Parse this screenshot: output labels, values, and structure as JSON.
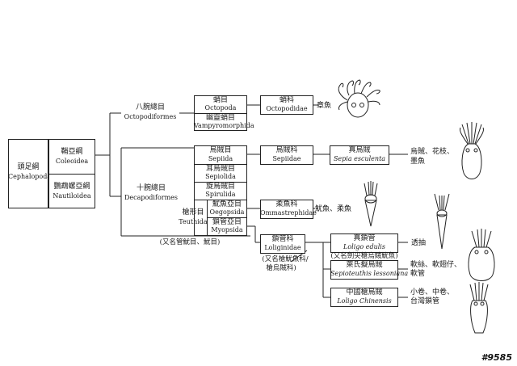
{
  "root": {
    "zh": "頭足綱",
    "en": "Cephalopoda"
  },
  "subclasses": [
    {
      "zh": "鞘亞綱",
      "en": "Coleoidea"
    },
    {
      "zh": "鸚鵡螺亞綱",
      "en": "Nautiloidea"
    }
  ],
  "superorders": [
    {
      "zh": "八腕總目",
      "en": "Octopodiformes"
    },
    {
      "zh": "十腕總目",
      "en": "Decapodiformes"
    }
  ],
  "orders": {
    "octopoda": {
      "zh": "蛸目",
      "en": "Octopoda"
    },
    "vampyromorphida": {
      "zh": "幽靈蛸目",
      "en": "Vampyromorphida"
    },
    "sepiida": {
      "zh": "烏賊目",
      "en": "Sepiida"
    },
    "sepiolida": {
      "zh": "耳烏賊目",
      "en": "Sepiolida"
    },
    "spirulida": {
      "zh": "旋烏賊目",
      "en": "Spirulida"
    },
    "teuthida": {
      "zh": "槍形目",
      "en": "Teuthida"
    },
    "oegopsida": {
      "zh": "魷魚亞目",
      "en": "Oegopsida"
    },
    "myopsida": {
      "zh": "鎖管亞目",
      "en": "Myopsida"
    },
    "teuthida_note": "(又名管魷目、魷目)"
  },
  "families": {
    "octopodidae": {
      "zh": "蛸科",
      "en": "Octopodidae"
    },
    "sepiidae": {
      "zh": "烏賊科",
      "en": "Sepiidae"
    },
    "ommastrephidae": {
      "zh": "柔魚科",
      "en": "Ommastrephidae"
    },
    "loliginidae": {
      "zh": "鎖管科",
      "en": "Loliginidae"
    },
    "loliginidae_note1": "(又名槍魷魚科/",
    "loliginidae_note2": "槍烏賊科)"
  },
  "species": {
    "sepia": {
      "zh": "真烏賊",
      "en": "Sepia esculenta"
    },
    "loligo_edulis": {
      "zh": "真鎖管",
      "en": "Loligo edulis",
      "note": "(又名劍尖槍烏賊魷魚)"
    },
    "sepioteuthis": {
      "zh": "萊氏擬烏賊",
      "en": "Sepioteuthis lessoniana"
    },
    "loligo_chinensis": {
      "zh": "中國槍烏賊",
      "en": "Loligo Chinensis"
    }
  },
  "common_names": {
    "octopus": "章魚",
    "cuttlefish_1": "烏賊、花枝、",
    "cuttlefish_2": "墨魚",
    "squid": "魷魚、柔魚",
    "loligo": "透抽",
    "sepioteuthis_1": "軟絲、軟翅仔、",
    "sepioteuthis_2": "軟管",
    "chinensis_1": "小卷、中卷、",
    "chinensis_2": "台灣鎖管"
  },
  "watermark": "#9585"
}
